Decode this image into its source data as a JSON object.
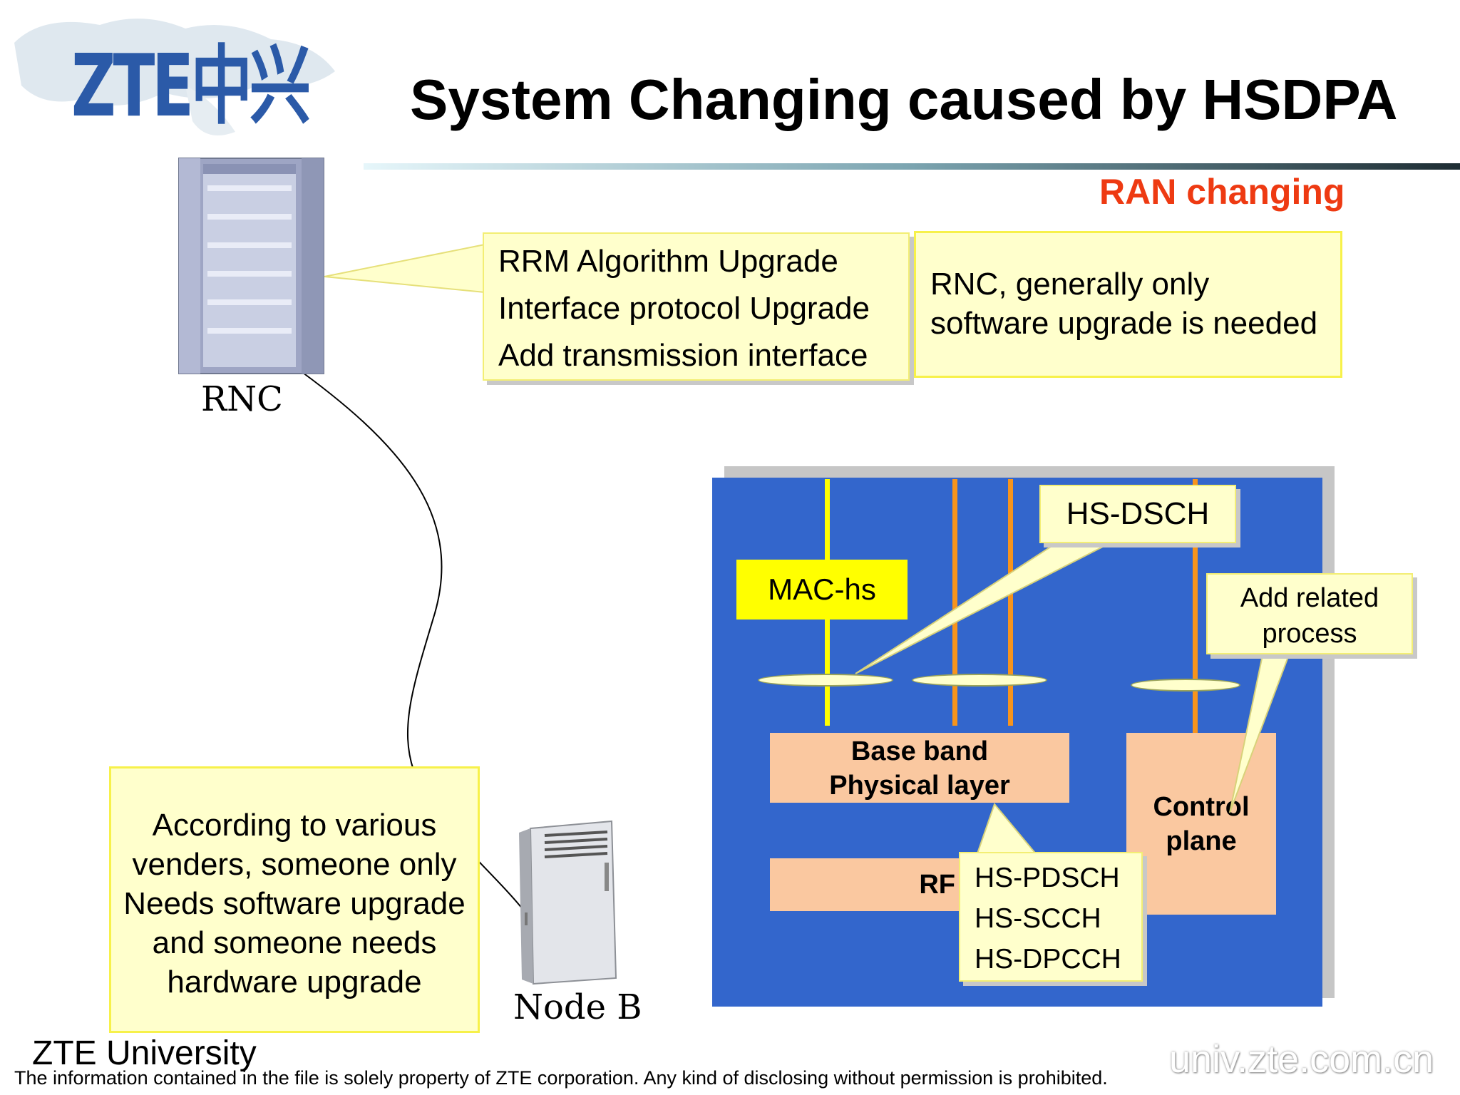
{
  "logo": {
    "text": "ZTE中兴"
  },
  "title": "System Changing caused by HSDPA",
  "subtitle": "RAN changing",
  "rnc": {
    "label": "RNC",
    "upgrades": [
      "RRM Algorithm Upgrade",
      "Interface protocol Upgrade",
      "Add transmission interface"
    ],
    "note": [
      "RNC, generally only",
      "software upgrade is needed"
    ]
  },
  "nodeb": {
    "label": "Node  B",
    "note": [
      "According to various",
      "venders, someone only",
      "Needs software upgrade",
      "and someone needs",
      "hardware upgrade"
    ]
  },
  "diagram": {
    "mac_label": "MAC-hs",
    "hsdsch_label": "HS-DSCH",
    "add_related": [
      "Add related",
      "process"
    ],
    "baseband": [
      "Base band",
      "Physical layer"
    ],
    "rf_label": "RF",
    "control_plane": [
      "Control",
      "plane"
    ],
    "channels": [
      "HS-PDSCH",
      "HS-SCCH",
      "HS-DPCCH"
    ]
  },
  "footer": {
    "university": "ZTE University",
    "disclaimer": "The information contained in the file is solely property of ZTE corporation. Any kind of disclosing without permission is prohibited.",
    "url": "univ.zte.com.cn"
  },
  "colors": {
    "title_accent": "#ee3a12",
    "panel_blue": "#3366cc",
    "note_yellow": "#ffffcc",
    "mac_yellow": "#ffff00",
    "peach": "#fac8a0",
    "orange_line": "#f7941d"
  }
}
